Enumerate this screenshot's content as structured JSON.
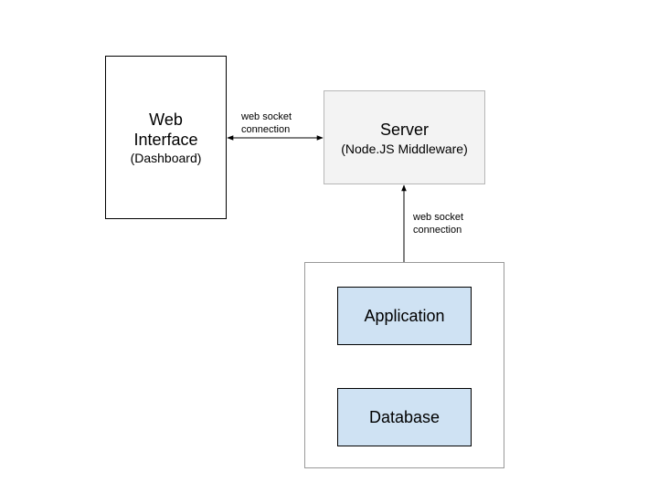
{
  "nodes": {
    "web_interface": {
      "title_line1": "Web",
      "title_line2": "Interface",
      "subtitle": "(Dashboard)"
    },
    "server": {
      "title": "Server",
      "subtitle": "(Node.JS Middleware)"
    },
    "application": {
      "label": "Application"
    },
    "database": {
      "label": "Database"
    }
  },
  "edges": {
    "web_to_server": {
      "line1": "web socket",
      "line2": "connection"
    },
    "server_to_application": {
      "line1": "web socket",
      "line2": "connection"
    }
  },
  "colors": {
    "server_fill": "#f3f3f3",
    "component_fill": "#cfe2f3",
    "container_border": "#999999"
  }
}
